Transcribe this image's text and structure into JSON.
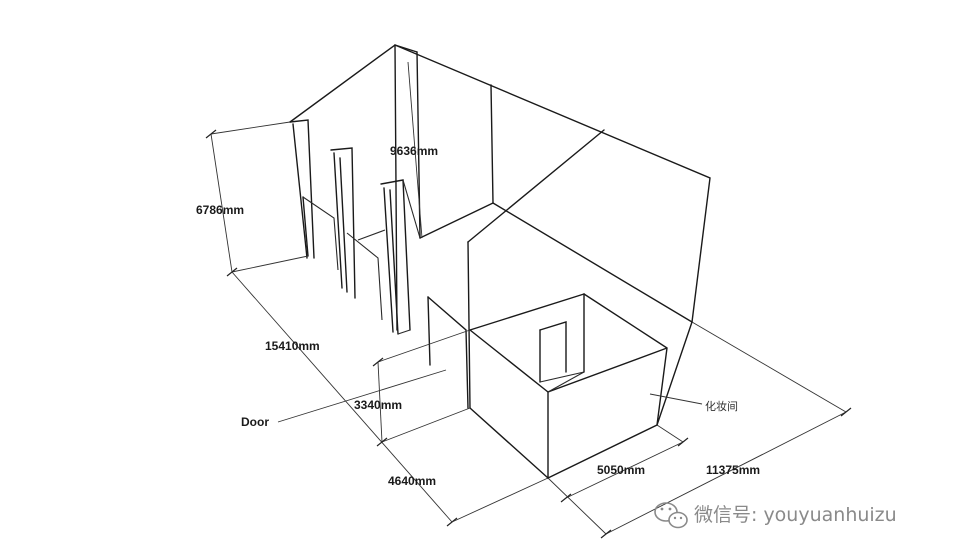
{
  "diagram": {
    "dimensions": {
      "height_total": "6786mm",
      "partition_height": "9636mm",
      "length_total": "15410mm",
      "door_offset": "3340mm",
      "front_width": "4640mm",
      "room_width": "5050mm",
      "overall_width": "11375mm"
    },
    "labels": {
      "door": "Door",
      "dressing_room": "化妆间"
    }
  },
  "watermark": {
    "text": "微信号: youyuanhuizu",
    "icon": "wechat-icon"
  }
}
